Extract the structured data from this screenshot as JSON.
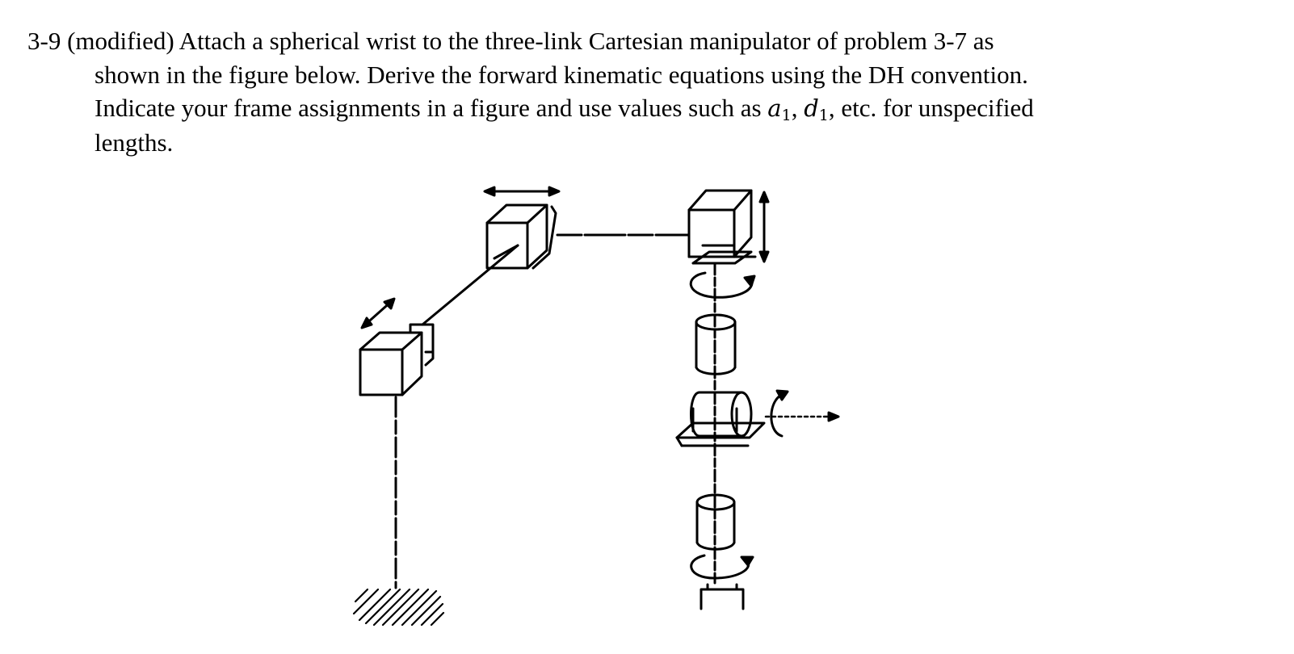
{
  "problem": {
    "number": "3-9",
    "line1_rest": "(modified) Attach a spherical wrist to the three-link Cartesian manipulator of problem 3-7 as",
    "line2": "shown in the figure below. Derive the forward kinematic equations using the DH convention.",
    "line3_before": "Indicate your frame assignments in a figure and use values such as",
    "sym1_base": "a",
    "sym1_sub": "1",
    "comma": ",",
    "sym2_base": "d",
    "sym2_sub": "1",
    "line3_after": ", etc. for unspecified",
    "line4": "lengths."
  },
  "figure": {
    "subject": "cartesian-manipulator-with-spherical-wrist",
    "line_color": "#000000",
    "background_color": "#ffffff"
  }
}
